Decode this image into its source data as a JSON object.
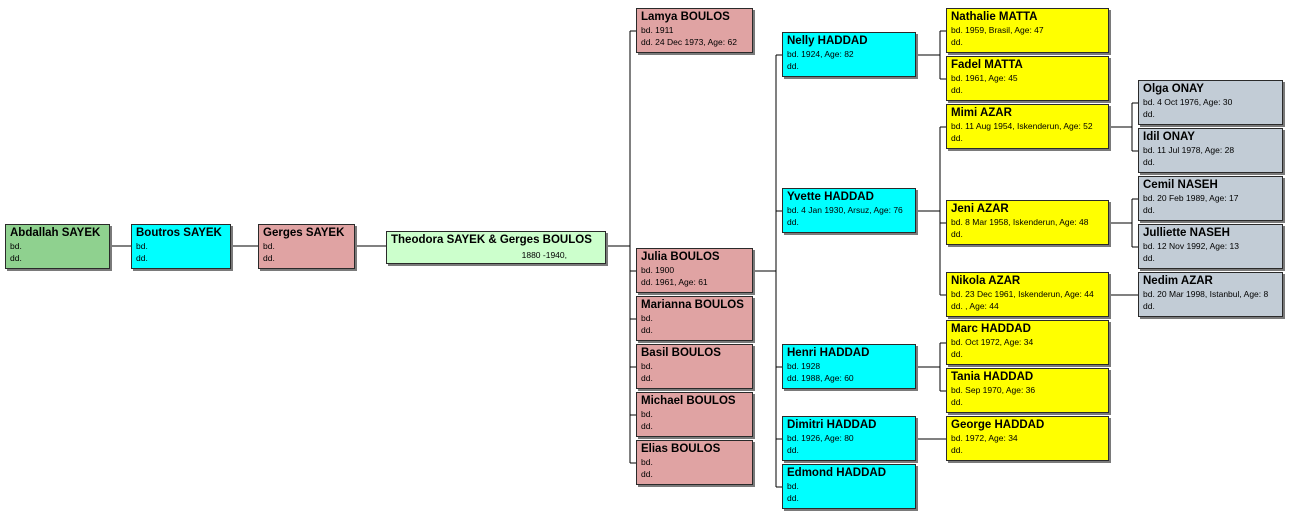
{
  "people": {
    "abdallah": {
      "name": "Abdallah SAYEK",
      "bd": "bd.",
      "dd": "dd."
    },
    "boutros": {
      "name": "Boutros SAYEK",
      "bd": "bd.",
      "dd": "dd."
    },
    "gerges_sayek": {
      "name": "Gerges SAYEK",
      "bd": "bd.",
      "dd": "dd."
    },
    "couple": {
      "name": "Theodora SAYEK & Gerges BOULOS",
      "dates": "1880 -1940,"
    },
    "lamya": {
      "name": "Lamya BOULOS",
      "bd": "bd. 1911",
      "dd": "dd. 24 Dec 1973, Age: 62"
    },
    "julia": {
      "name": "Julia BOULOS",
      "bd": "bd. 1900",
      "dd": "dd. 1961, Age: 61"
    },
    "marianna": {
      "name": "Marianna BOULOS",
      "bd": "bd.",
      "dd": "dd."
    },
    "basil": {
      "name": "Basil BOULOS",
      "bd": "bd.",
      "dd": "dd."
    },
    "michael": {
      "name": "Michael BOULOS",
      "bd": "bd.",
      "dd": "dd."
    },
    "elias": {
      "name": "Elias BOULOS",
      "bd": "bd.",
      "dd": "dd."
    },
    "nelly": {
      "name": "Nelly HADDAD",
      "bd": "bd. 1924, Age: 82",
      "dd": "dd."
    },
    "yvette": {
      "name": "Yvette HADDAD",
      "bd": "bd. 4 Jan 1930, Arsuz, Age: 76",
      "dd": "dd."
    },
    "henri": {
      "name": "Henri HADDAD",
      "bd": "bd. 1928",
      "dd": "dd. 1988, Age: 60"
    },
    "dimitri": {
      "name": "Dimitri HADDAD",
      "bd": "bd. 1926, Age: 80",
      "dd": "dd."
    },
    "edmond": {
      "name": "Edmond HADDAD",
      "bd": "bd.",
      "dd": "dd."
    },
    "nathalie": {
      "name": "Nathalie MATTA",
      "bd": "bd. 1959, Brasil, Age: 47",
      "dd": "dd."
    },
    "fadel": {
      "name": "Fadel MATTA",
      "bd": "bd. 1961, Age: 45",
      "dd": "dd."
    },
    "mimi": {
      "name": "Mimi AZAR",
      "bd": "bd. 11 Aug 1954, Iskenderun, Age: 52",
      "dd": "dd."
    },
    "jeni": {
      "name": "Jeni AZAR",
      "bd": "bd. 8 Mar 1958, Iskenderun, Age: 48",
      "dd": "dd."
    },
    "nikola": {
      "name": "Nikola AZAR",
      "bd": "bd. 23 Dec 1961, Iskenderun, Age: 44",
      "dd": "dd. , Age: 44"
    },
    "marc": {
      "name": "Marc HADDAD",
      "bd": "bd. Oct 1972, Age: 34",
      "dd": "dd."
    },
    "tania": {
      "name": "Tania HADDAD",
      "bd": "bd. Sep 1970, Age: 36",
      "dd": "dd."
    },
    "george": {
      "name": "George HADDAD",
      "bd": "bd. 1972, Age: 34",
      "dd": "dd."
    },
    "olga": {
      "name": "Olga ONAY",
      "bd": "bd. 4 Oct 1976, Age: 30",
      "dd": "dd."
    },
    "idil": {
      "name": "Idil ONAY",
      "bd": "bd. 11 Jul 1978, Age: 28",
      "dd": "dd."
    },
    "cemil": {
      "name": "Cemil NASEH",
      "bd": "bd. 20 Feb 1989, Age: 17",
      "dd": "dd."
    },
    "julliette": {
      "name": "Julliette NASEH",
      "bd": "bd. 12 Nov 1992, Age: 13",
      "dd": "dd."
    },
    "nedim": {
      "name": "Nedim AZAR",
      "bd": "bd. 20 Mar 1998, Istanbul, Age: 8",
      "dd": "dd."
    }
  },
  "colors": {
    "root": "#8fd18f",
    "ancestor_cyan": "#00ffff",
    "ancestor_pink": "#e0a3a3",
    "couple": "#ccffcc",
    "grandchild": "#ffff00",
    "great_grandchild": "#c2ccd6",
    "connector": "#000000"
  }
}
